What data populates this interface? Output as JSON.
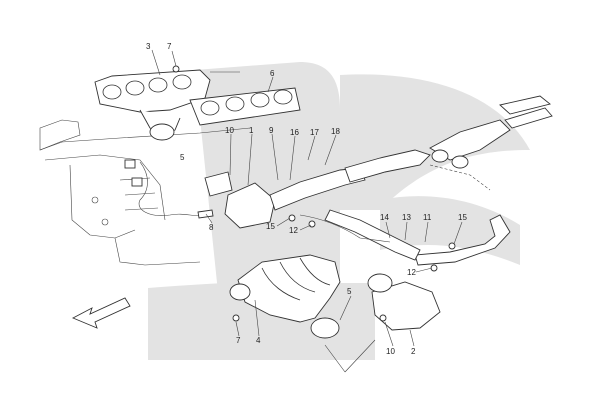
{
  "diagram": {
    "callouts": [
      {
        "id": "c3",
        "text": "3"
      },
      {
        "id": "c7a",
        "text": "7"
      },
      {
        "id": "c6",
        "text": "6"
      },
      {
        "id": "c10a",
        "text": "10"
      },
      {
        "id": "c1",
        "text": "1"
      },
      {
        "id": "c9",
        "text": "9"
      },
      {
        "id": "c16",
        "text": "16"
      },
      {
        "id": "c17",
        "text": "17"
      },
      {
        "id": "c18",
        "text": "18"
      },
      {
        "id": "c5a",
        "text": "5"
      },
      {
        "id": "c8",
        "text": "8"
      },
      {
        "id": "c15a",
        "text": "15"
      },
      {
        "id": "c12a",
        "text": "12"
      },
      {
        "id": "c14",
        "text": "14"
      },
      {
        "id": "c13",
        "text": "13"
      },
      {
        "id": "c11",
        "text": "11"
      },
      {
        "id": "c15b",
        "text": "15"
      },
      {
        "id": "c12b",
        "text": "12"
      },
      {
        "id": "c5b",
        "text": "5"
      },
      {
        "id": "c7b",
        "text": "7"
      },
      {
        "id": "c4",
        "text": "4"
      },
      {
        "id": "c10b",
        "text": "10"
      },
      {
        "id": "c2",
        "text": "2"
      }
    ],
    "colors": {
      "band": "#e3e3e3",
      "line": "#333333",
      "background": "#ffffff"
    }
  }
}
